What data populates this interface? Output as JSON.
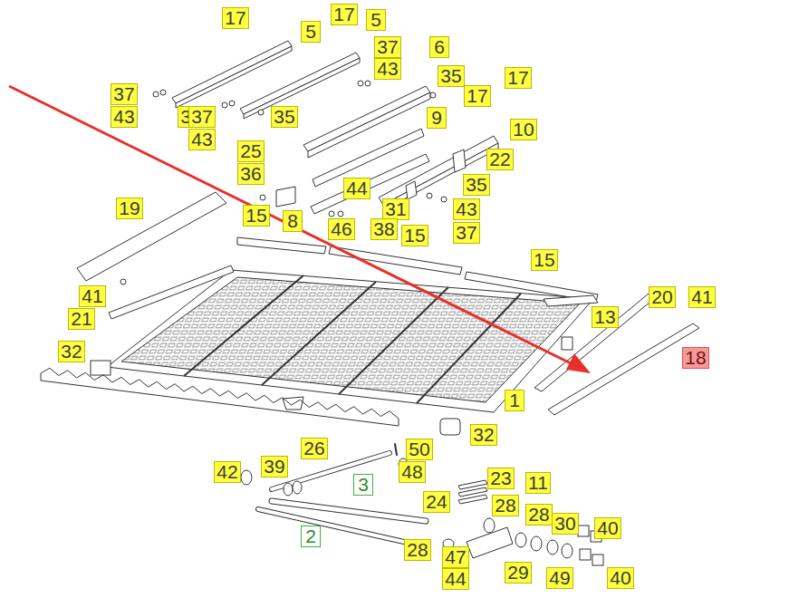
{
  "diagram": {
    "nodes": [
      {
        "text": [
          "17"
        ]
      },
      {
        "text": [
          "17"
        ]
      },
      {
        "text": [
          "5"
        ]
      },
      {
        "text": [
          "5"
        ]
      },
      {
        "text": [
          "37"
        ]
      },
      {
        "text": [
          "6"
        ]
      },
      {
        "text": [
          "43"
        ]
      },
      {
        "text": [
          "35"
        ]
      },
      {
        "text": [
          "17"
        ]
      },
      {
        "text": [
          "37"
        ]
      },
      {
        "text": [
          "17"
        ]
      },
      {
        "text": [
          "43"
        ]
      },
      {
        "text": [
          "35"
        ]
      },
      {
        "text": [
          "37"
        ]
      },
      {
        "text": [
          "35"
        ]
      },
      {
        "text": [
          "9"
        ]
      },
      {
        "text": [
          "10"
        ]
      },
      {
        "text": [
          "43"
        ]
      },
      {
        "text": [
          "25"
        ]
      },
      {
        "text": [
          "22"
        ]
      },
      {
        "text": [
          "36"
        ]
      },
      {
        "text": [
          "35"
        ]
      },
      {
        "text": [
          "44"
        ]
      },
      {
        "text": [
          "19"
        ]
      },
      {
        "text": [
          "31"
        ]
      },
      {
        "text": [
          "43"
        ]
      },
      {
        "text": [
          "15"
        ]
      },
      {
        "text": [
          "8"
        ]
      },
      {
        "text": [
          "46"
        ]
      },
      {
        "text": [
          "38"
        ]
      },
      {
        "text": [
          "37"
        ]
      },
      {
        "text": [
          "15"
        ]
      },
      {
        "text": [
          "15"
        ]
      },
      {
        "text": [
          "41"
        ]
      },
      {
        "text": [
          "20"
        ]
      },
      {
        "text": [
          "41"
        ]
      },
      {
        "text": [
          "13"
        ]
      },
      {
        "text": [
          "21"
        ]
      },
      {
        "text": [
          "32"
        ]
      },
      {
        "text": [
          "18"
        ]
      },
      {
        "text": [
          "1"
        ]
      },
      {
        "text": [
          "32"
        ]
      },
      {
        "text": [
          "26"
        ]
      },
      {
        "text": [
          "50"
        ]
      },
      {
        "text": [
          "39"
        ]
      },
      {
        "text": [
          "42"
        ]
      },
      {
        "text": [
          "48"
        ]
      },
      {
        "text": [
          "23"
        ]
      },
      {
        "text": [
          "11"
        ]
      },
      {
        "text": [
          "3"
        ]
      },
      {
        "text": [
          "24"
        ]
      },
      {
        "text": [
          "28"
        ]
      },
      {
        "text": [
          "28"
        ]
      },
      {
        "text": [
          "30"
        ]
      },
      {
        "text": [
          "40"
        ]
      },
      {
        "text": [
          "2"
        ]
      },
      {
        "text": [
          "28"
        ]
      },
      {
        "text": [
          "47"
        ]
      },
      {
        "text": [
          "29"
        ]
      },
      {
        "text": [
          "49"
        ]
      },
      {
        "text": [
          "40"
        ]
      },
      {
        "text": [
          "44"
        ]
      }
    ]
  }
}
